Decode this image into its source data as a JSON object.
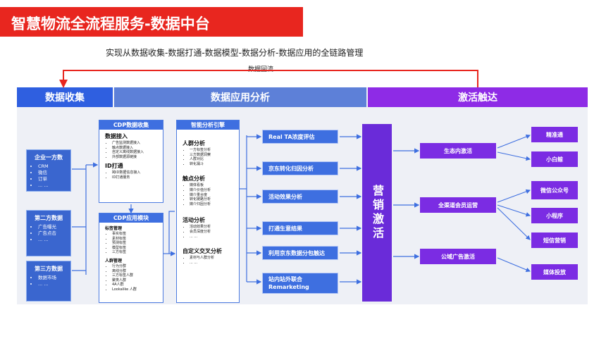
{
  "title": "智慧物流全流程服务-数据中台",
  "subtitle": "实现从数据收集-数据打通-数据模型-数据分析-数据应用的全链路管理",
  "loop_label": "数据回流",
  "headers": {
    "collect": "数据收集",
    "analysis": "数据应用分析",
    "activate": "激活触达"
  },
  "sources": [
    {
      "title": "企业一方数",
      "items": [
        "CRM",
        "微信",
        "订单",
        "... ..."
      ]
    },
    {
      "title": "第二方数据",
      "items": [
        "广告曝光",
        "广告点击",
        "... ..."
      ]
    },
    {
      "title": "第三方数据",
      "items": [
        "数据市场",
        "... ..."
      ]
    }
  ],
  "cdp_collect": {
    "title": "CDP数据收集",
    "sections": [
      {
        "name": "数据接入",
        "items": [
          "广告监测数据接入",
          "触点数据接入",
          "自定义离线数据接入",
          "外部数据源链接"
        ]
      },
      {
        "name": "ID打通",
        "items": [
          "跨ID数据信息接入",
          "ID打通服务"
        ]
      }
    ]
  },
  "cdp_app": {
    "title": "CDP应用模块",
    "sections": [
      {
        "name": "标签管理",
        "items": [
          "事实标签",
          "素材标签",
          "预测标签",
          "模型标签",
          "三方标签"
        ]
      },
      {
        "name": "人群管理",
        "items": [
          "行为分群",
          "离线分群",
          "三方标签人群",
          "聚类人群",
          "4A人群",
          "Lookalike 人群"
        ]
      }
    ]
  },
  "engine": {
    "title": "智能分析引擎",
    "sections": [
      {
        "name": "人群分析",
        "items": [
          "一方标签分析",
          "三方数据洞察",
          "人群对比",
          "转化漏斗"
        ]
      },
      {
        "name": "触点分析",
        "items": [
          "媒体看板",
          "媒介价值分析",
          "媒介重合度",
          "转化链路分析",
          "媒介归因分析"
        ]
      },
      {
        "name": "活动分析",
        "items": [
          "活动效果分析",
          "会员深度分析",
          "... ..."
        ]
      },
      {
        "name": "自定义交叉分析",
        "items": [
          "素材与人群分析",
          "... ..."
        ]
      }
    ]
  },
  "analysis_items": [
    "Real TA浓度评估",
    "京东转化归因分析",
    "活动效果分析",
    "打通生意结果",
    "利用京东数据分包触达",
    "站内站外联合Remarketing"
  ],
  "marketing": "营销激活",
  "channels": [
    "生态内激活",
    "全渠道会员运营",
    "公域广告激活"
  ],
  "targets": [
    "精准通",
    "小白鲸",
    "微信公众号",
    "小程序",
    "短信营销",
    "媒体投放"
  ],
  "colors": {
    "title_red": "#e8261f",
    "blue": "#3e6fe0",
    "purple": "#7b2ce3",
    "loop_red": "#e8261f"
  }
}
